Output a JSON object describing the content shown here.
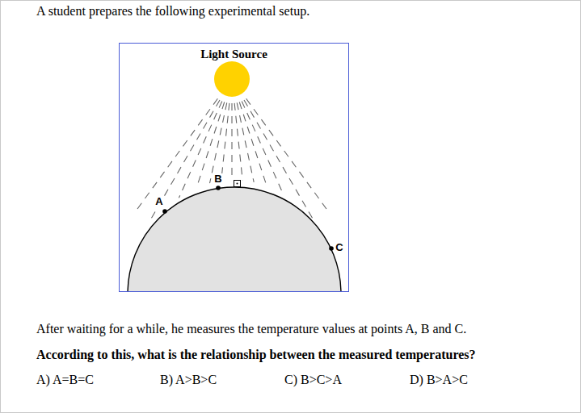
{
  "diagram": {
    "nodes": [
      {
        "text": [
          "Light Source"
        ]
      }
    ],
    "labels": [
      "A student prepares the following experimental setup.",
      "A",
      "B",
      "C",
      "After waiting for a while, he measures the temperature values at points A, B and C.",
      "According to this, what is the relationship between the measured temperatures?",
      "A) A=B=C",
      "B) A>B>C",
      "C) B>C>A",
      "D) B>A>C"
    ]
  }
}
